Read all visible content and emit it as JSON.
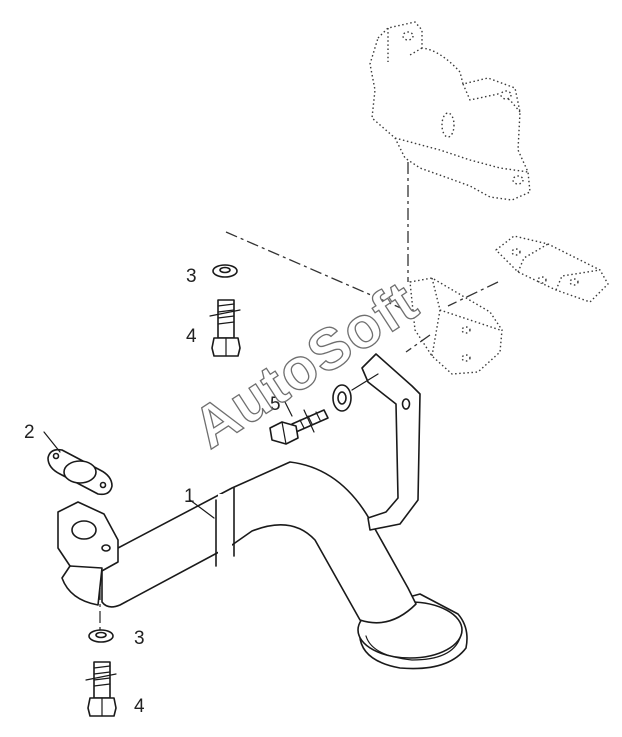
{
  "diagram": {
    "callouts": {
      "pipe": "1",
      "gasket": "2",
      "washer_upper": "3",
      "bolt_upper": "4",
      "bolt_middle": "5",
      "washer_lower": "3",
      "bolt_lower": "4"
    },
    "watermark": "AutoSoft"
  }
}
